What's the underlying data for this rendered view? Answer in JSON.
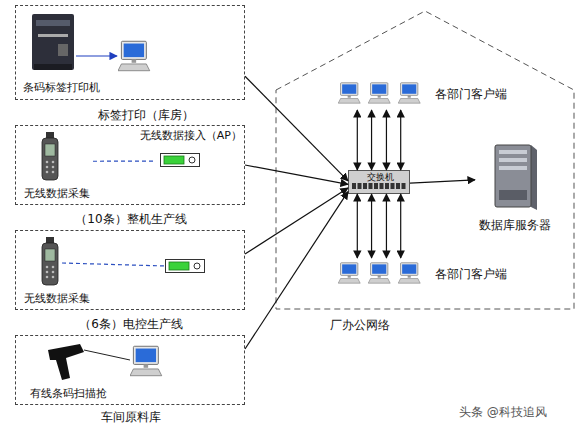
{
  "diagram": {
    "nodes": [
      {
        "text": [
          "标签打印（库房）"
        ]
      },
      {
        "text": [
          "条码标签打印机"
        ],
        "in": 0
      },
      {
        "text": [
          "（10条）整机生产线"
        ]
      },
      {
        "text": [
          "无线数据采集"
        ],
        "in": 2
      },
      {
        "text": [
          "无线数据接入（AP）"
        ],
        "in": 2
      },
      {
        "text": [
          "（6条）电控生产线"
        ]
      },
      {
        "text": [
          "无线数据采集"
        ],
        "in": 5
      },
      {
        "text": [
          "车间原料库"
        ]
      },
      {
        "text": [
          "有线条码扫描抢"
        ],
        "in": 7
      },
      {
        "text": [
          "厂办公网络"
        ]
      },
      {
        "text": [
          "各部门客户端"
        ],
        "in": 9
      },
      {
        "text": [
          "交换机"
        ],
        "in": 9
      },
      {
        "text": [
          "数据库服务器"
        ],
        "in": 9
      },
      {
        "text": [
          "各部门客户端"
        ],
        "in": 9
      }
    ],
    "edges": [
      {
        "from": 0,
        "to": 11,
        "arrow": "to"
      },
      {
        "from": 2,
        "to": 11,
        "arrow": "to"
      },
      {
        "from": 3,
        "to": 4,
        "arrow": "none"
      },
      {
        "from": 5,
        "to": 11,
        "arrow": "to"
      },
      {
        "from": 7,
        "to": 11,
        "arrow": "to"
      },
      {
        "from": 11,
        "to": 12,
        "arrow": "to"
      },
      {
        "from": 11,
        "to": 10,
        "arrow": "both"
      },
      {
        "from": 11,
        "to": 10,
        "arrow": "both"
      },
      {
        "from": 11,
        "to": 10,
        "arrow": "both"
      },
      {
        "from": 11,
        "to": 10,
        "arrow": "both"
      },
      {
        "from": 11,
        "to": 13,
        "arrow": "both"
      },
      {
        "from": 11,
        "to": 13,
        "arrow": "both"
      },
      {
        "from": 11,
        "to": 13,
        "arrow": "both"
      },
      {
        "from": 11,
        "to": 13,
        "arrow": "both"
      }
    ],
    "labels": [
      "头条 @科技追风"
    ]
  }
}
